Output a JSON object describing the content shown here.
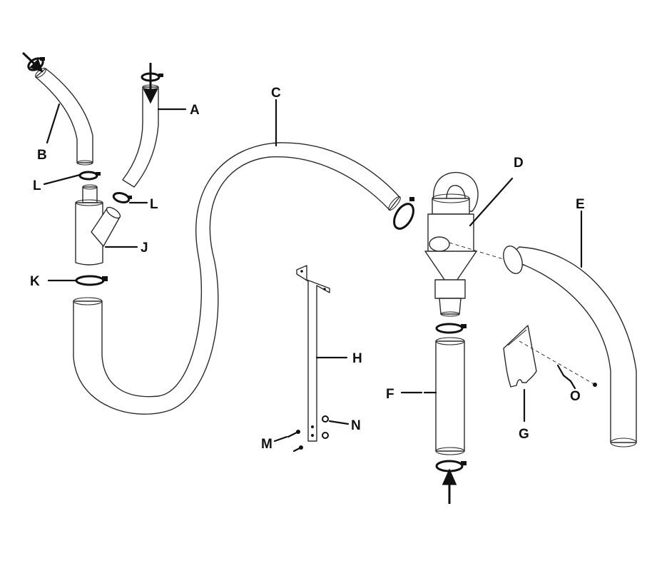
{
  "labels": {
    "A": "A",
    "B": "B",
    "C": "C",
    "D": "D",
    "E": "E",
    "F": "F",
    "G": "G",
    "H": "H",
    "J": "J",
    "K": "K",
    "L1": "L",
    "L2": "L",
    "M": "M",
    "N": "N",
    "O": "O"
  }
}
